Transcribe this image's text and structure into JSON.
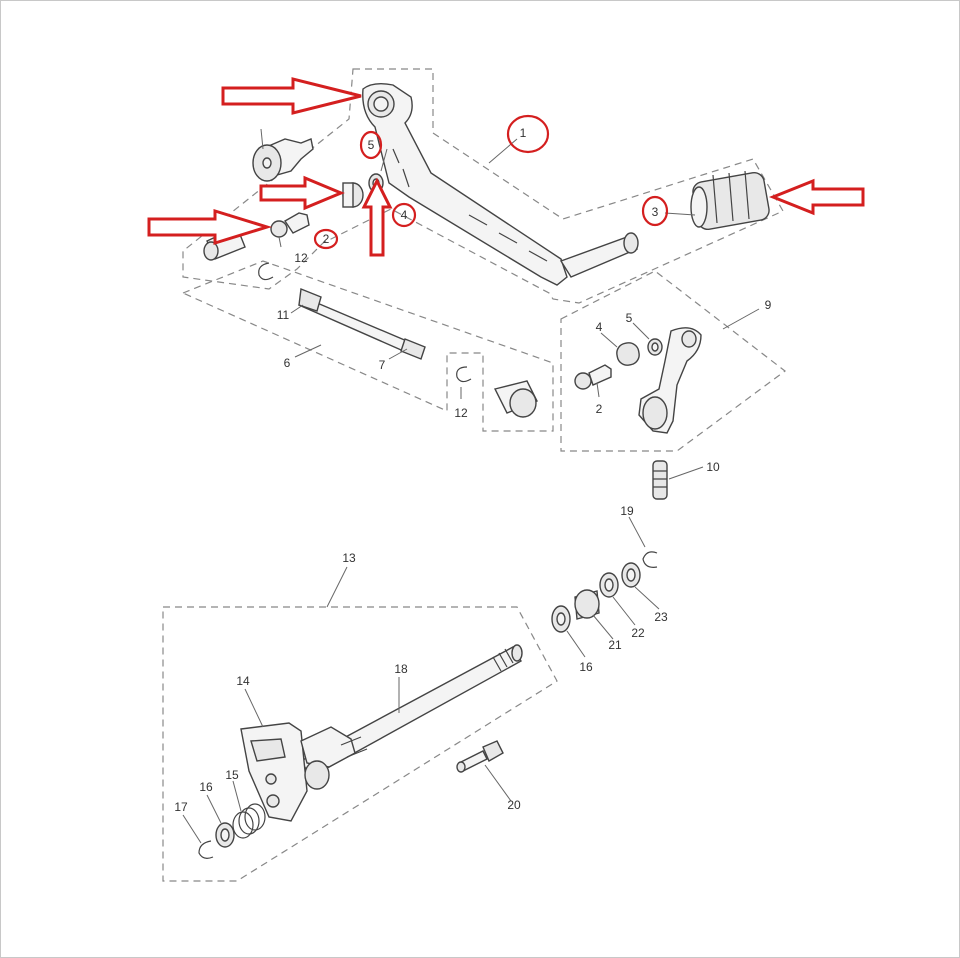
{
  "diagram": {
    "callouts": [
      {
        "id": "c1",
        "label": "1"
      },
      {
        "id": "c3",
        "label": "3"
      },
      {
        "id": "c5",
        "label": "5"
      },
      {
        "id": "c4",
        "label": "4"
      },
      {
        "id": "c2",
        "label": "2"
      },
      {
        "id": "c12a",
        "label": "12"
      },
      {
        "id": "c11",
        "label": "11"
      },
      {
        "id": "c6",
        "label": "6"
      },
      {
        "id": "c7",
        "label": "7"
      },
      {
        "id": "c12b",
        "label": "12"
      },
      {
        "id": "c9",
        "label": "9"
      },
      {
        "id": "c4b",
        "label": "4"
      },
      {
        "id": "c5b",
        "label": "5"
      },
      {
        "id": "c2b",
        "label": "2"
      },
      {
        "id": "c10",
        "label": "10"
      },
      {
        "id": "c19",
        "label": "19"
      },
      {
        "id": "c13",
        "label": "13"
      },
      {
        "id": "c23",
        "label": "23"
      },
      {
        "id": "c22",
        "label": "22"
      },
      {
        "id": "c21",
        "label": "21"
      },
      {
        "id": "c16a",
        "label": "16"
      },
      {
        "id": "c18",
        "label": "18"
      },
      {
        "id": "c14",
        "label": "14"
      },
      {
        "id": "c15",
        "label": "15"
      },
      {
        "id": "c16b",
        "label": "16"
      },
      {
        "id": "c17",
        "label": "17"
      },
      {
        "id": "c20",
        "label": "20"
      }
    ],
    "annotation_color": "#d41f1f",
    "line_color": "#444444"
  }
}
